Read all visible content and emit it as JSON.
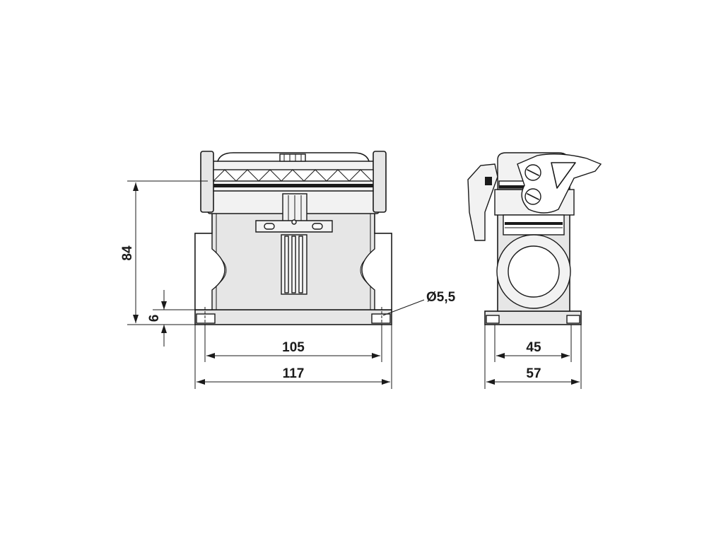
{
  "dimensions": {
    "height_total": "84",
    "base_height": "6",
    "hole_diameter": "Ø5,5",
    "front_hole_spacing": "105",
    "front_overall_width": "117",
    "side_hole_spacing": "45",
    "side_overall_width": "57"
  },
  "colors": {
    "line": "#1a1a1a",
    "body_fill": "#e6e6e6",
    "background": "#ffffff"
  }
}
